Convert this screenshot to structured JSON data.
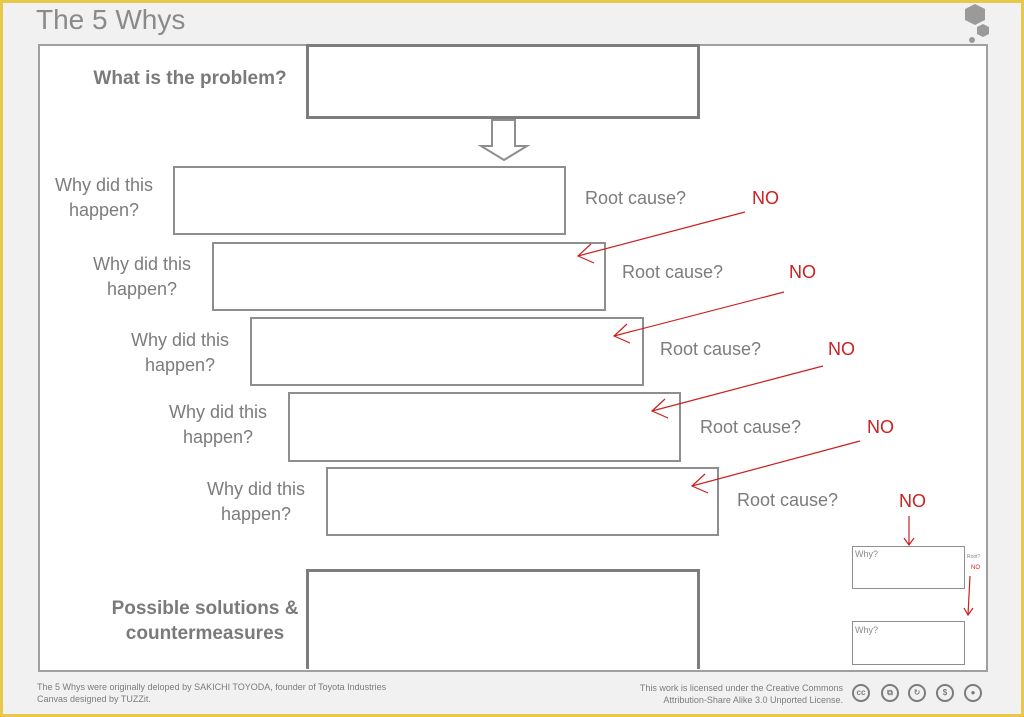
{
  "title": "The 5 Whys",
  "problem_label": "What is the problem?",
  "why_label": "Why did this happen?",
  "root_label": "Root cause?",
  "no_label": "NO",
  "rows": [
    {
      "why": "Why did this happen?",
      "root": "Root cause?",
      "no": "NO"
    },
    {
      "why": "Why did this happen?",
      "root": "Root cause?",
      "no": "NO"
    },
    {
      "why": "Why did this happen?",
      "root": "Root cause?",
      "no": "NO"
    },
    {
      "why": "Why did this happen?",
      "root": "Root cause?",
      "no": "NO"
    },
    {
      "why": "Why did this happen?",
      "root": "Root cause?",
      "no": "NO"
    }
  ],
  "final_no": "NO",
  "solutions_label": "Possible solutions & countermeasures",
  "mini": {
    "why1": "Why?",
    "root": "Root?",
    "no": "NO",
    "why2": "Why?"
  },
  "footer": {
    "credit_line1": "The 5 Whys were originally deloped by SAKICHI TOYODA, founder of Toyota Industries",
    "credit_line2": "Canvas designed by TUZZit.",
    "license_line1": "This work is licensed under the Creative Commons",
    "license_line2": "Attribution-Share Alike 3.0 Unported License."
  },
  "license_icons": [
    "cc-icon",
    "copy-icon",
    "remix-icon",
    "noncommercial-icon",
    "person-icon"
  ],
  "colors": {
    "accent_border": "#e8c84a",
    "no_red": "#cc1f1f",
    "line_gray": "#8e8e8e"
  }
}
